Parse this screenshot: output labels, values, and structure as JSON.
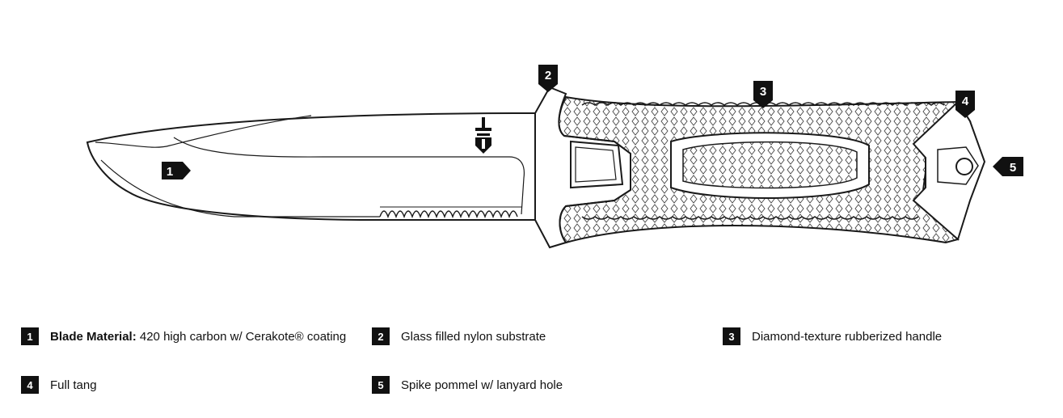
{
  "callouts": [
    "1",
    "2",
    "3",
    "4",
    "5"
  ],
  "legend": [
    {
      "num": "1",
      "bold": "Blade Material:",
      "text": " 420 high carbon w/ Cerakote® coating"
    },
    {
      "num": "2",
      "bold": "",
      "text": "Glass filled nylon substrate"
    },
    {
      "num": "3",
      "bold": "",
      "text": "Diamond-texture rubberized handle"
    },
    {
      "num": "4",
      "bold": "",
      "text": "Full tang"
    },
    {
      "num": "5",
      "bold": "",
      "text": "Spike pommel w/ lanyard hole"
    }
  ],
  "colors": {
    "ink": "#111111",
    "line": "#1a1a1a",
    "background": "#ffffff",
    "texture": "#444444"
  },
  "icons": [
    "gerber-logo-icon",
    "knife-illustration"
  ]
}
